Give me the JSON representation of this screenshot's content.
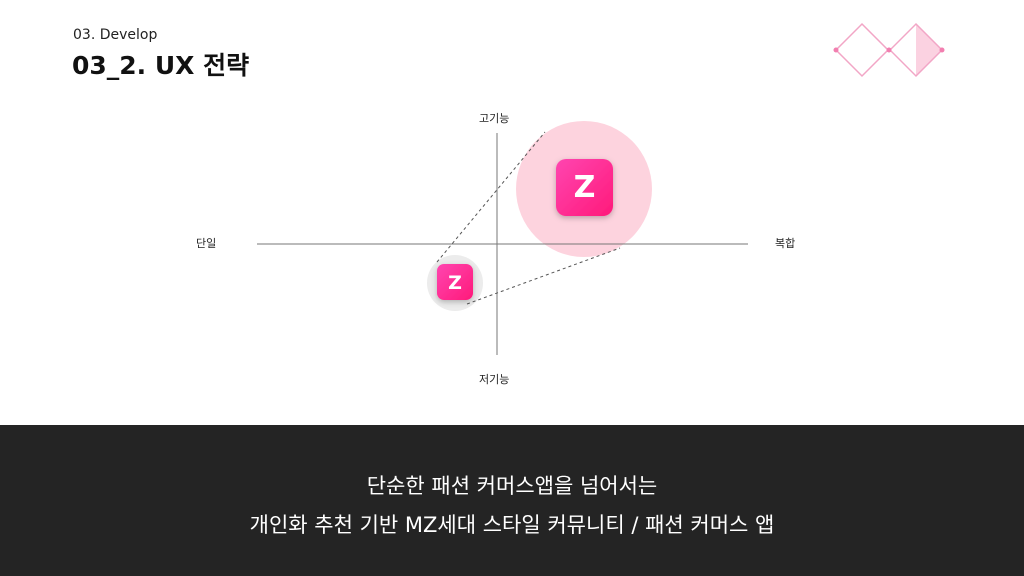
{
  "header": {
    "section": "03. Develop",
    "title": "03_2. UX 전략"
  },
  "diagram": {
    "axis_top": "고기능",
    "axis_bottom": "저기능",
    "axis_left": "단일",
    "axis_right": "복합",
    "app_icon_letter": "Z",
    "colors": {
      "accent_pink": "#ff2d8f",
      "large_circle": "#fdd3de",
      "small_circle": "#ececec",
      "deco_pink": "#f2a6c6"
    }
  },
  "footer": {
    "line1": "단순한 패션 커머스앱을 넘어서는",
    "line2": "개인화 추천 기반 MZ세대 스타일 커뮤니티 / 패션 커머스 앱"
  }
}
